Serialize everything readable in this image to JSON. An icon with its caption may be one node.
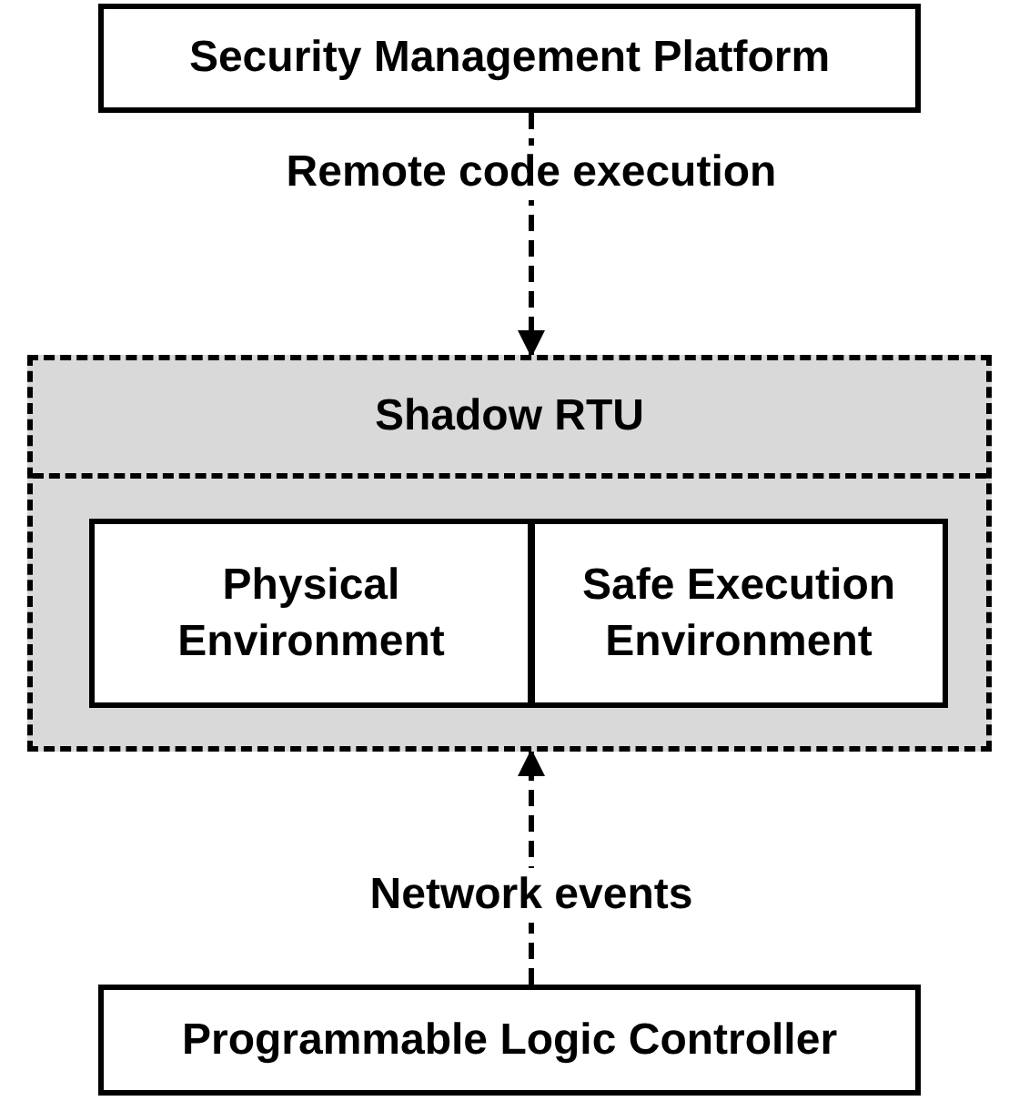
{
  "diagram": {
    "nodes": [
      {
        "text": [
          "Security Management Platform"
        ]
      },
      {
        "text": [
          "Shadow RTU"
        ]
      },
      {
        "text": [
          "Physical Environment"
        ],
        "in": 1
      },
      {
        "text": [
          "Safe Execution Environment"
        ],
        "in": 1
      },
      {
        "text": [
          "Programmable Logic Controller"
        ]
      }
    ],
    "edges": [
      {
        "from": 0,
        "to": 1,
        "arrow": "to",
        "label": "Remote code execution",
        "style": "dashed"
      },
      {
        "from": 4,
        "to": 1,
        "arrow": "to",
        "label": "Network events",
        "style": "dashed"
      }
    ]
  }
}
